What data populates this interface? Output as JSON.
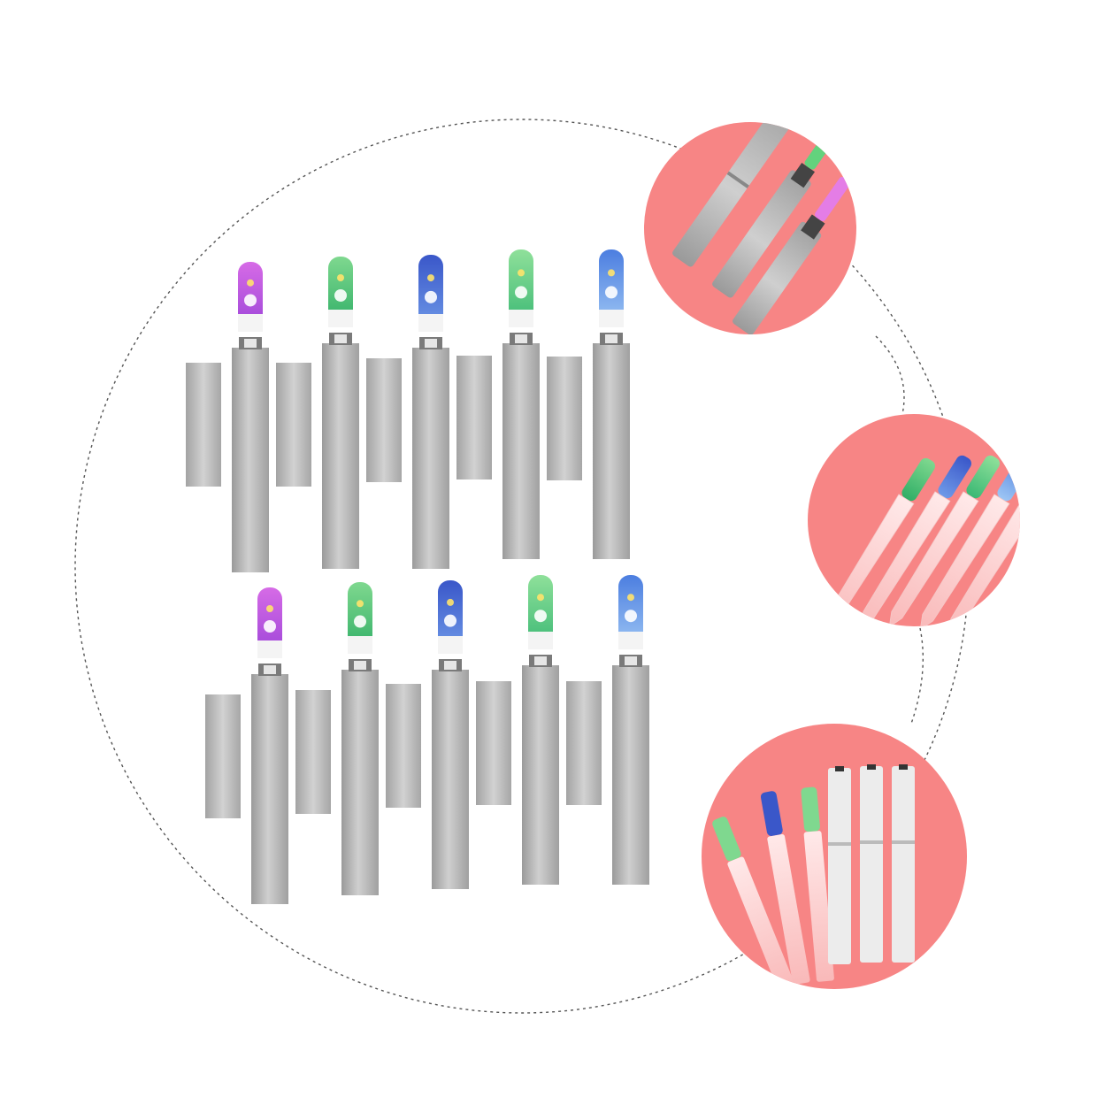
{
  "colors": {
    "background": "#ffffff",
    "dotted_outline": "#555555",
    "detail_circle_bg": "#f78585",
    "case_light": "#d0d0d0",
    "case_mid": "#a9a9a9",
    "case_dark": "#8c8c8c",
    "glass": "#fbdede"
  },
  "handle_themes": [
    {
      "name": "purple-gift",
      "top": "#d66be6",
      "bottom": "#9b44d8"
    },
    {
      "name": "green-snowman",
      "top": "#7fd88f",
      "bottom": "#2fae66"
    },
    {
      "name": "blue-moon",
      "top": "#3a57c9",
      "bottom": "#6f9ae8"
    },
    {
      "name": "green-snowman-2",
      "top": "#8fe09a",
      "bottom": "#3bb874"
    },
    {
      "name": "blue-tree",
      "top": "#4c7ee0",
      "bottom": "#9ec6f4"
    }
  ],
  "product_rows": 2,
  "files_per_row": 5,
  "detail_views": [
    {
      "name": "cases-closed"
    },
    {
      "name": "glass-files-fan"
    },
    {
      "name": "files-and-cases"
    }
  ]
}
